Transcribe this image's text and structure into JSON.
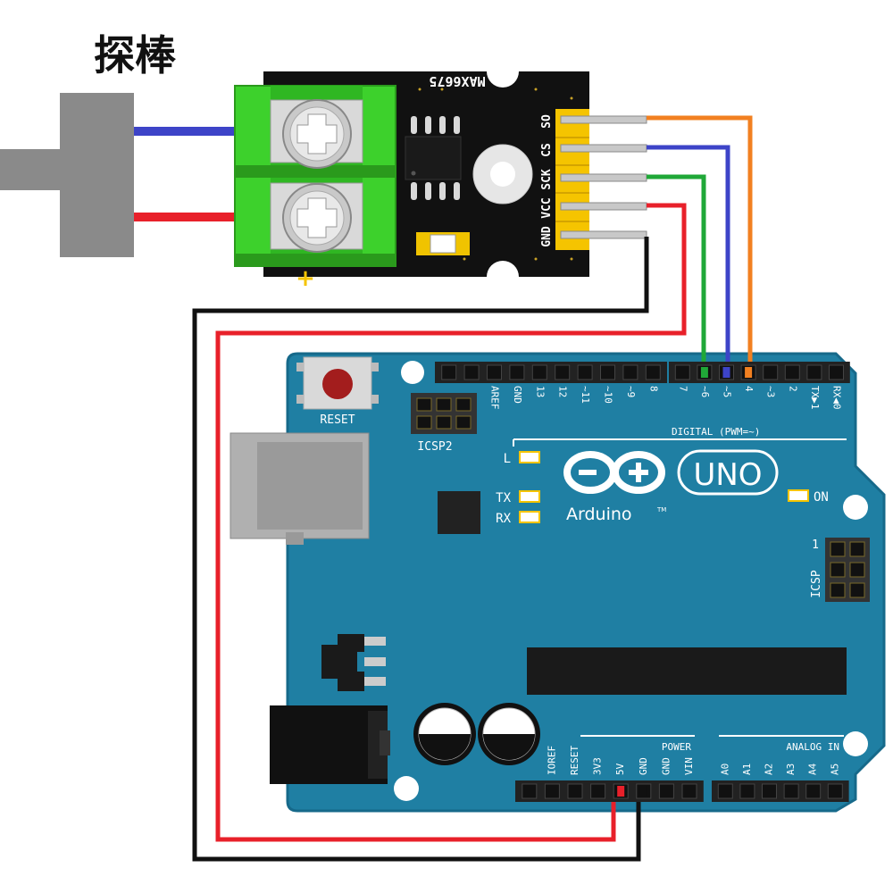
{
  "probe": {
    "label": "探棒"
  },
  "module": {
    "chip_label": "MAX6675",
    "terminal_polarity": "+",
    "pins": [
      "SO",
      "CS",
      "SCK",
      "VCC",
      "GND"
    ]
  },
  "board": {
    "reset_label": "RESET",
    "icsp2_label": "ICSP2",
    "icsp_label": "ICSP",
    "icsp_pin1_label": "1",
    "led_l": "L",
    "led_tx": "TX",
    "led_rx": "RX",
    "led_on": "ON",
    "brand": "Arduino",
    "trademark": "TM",
    "model": "UNO",
    "digital_section": "DIGITAL (PWM=~)",
    "power_section": "POWER",
    "analog_section": "ANALOG IN",
    "top_header_left": [
      "AREF",
      "GND",
      "13",
      "12",
      "~11",
      "~10",
      "~9",
      "8"
    ],
    "top_header_right": [
      "7",
      "~6",
      "~5",
      "4",
      "~3",
      "2",
      "TX▶1",
      "RX◀0"
    ],
    "power_pins": [
      "IOREF",
      "RESET",
      "3V3",
      "5V",
      "GND",
      "GND",
      "VIN"
    ],
    "analog_pins": [
      "A0",
      "A1",
      "A2",
      "A3",
      "A4",
      "A5"
    ]
  },
  "wires": [
    {
      "from": "SO",
      "to": "4",
      "color": "#f28021"
    },
    {
      "from": "CS",
      "to": "~5",
      "color": "#3d44c8"
    },
    {
      "from": "SCK",
      "to": "~6",
      "color": "#20a838"
    },
    {
      "from": "VCC",
      "to": "5V",
      "color": "#e8202a"
    },
    {
      "from": "GND",
      "to": "GND",
      "color": "#111111"
    }
  ],
  "probe_wires": [
    {
      "terminal": "top",
      "color": "#3d44c8"
    },
    {
      "terminal": "bottom",
      "color": "#e8202a"
    }
  ],
  "colors": {
    "board": "#1f7fa3",
    "board_edge": "#16698a",
    "silk": "#ffffff",
    "module": "#111111",
    "terminal": "#3dd12c",
    "header_pins": "#f5c400",
    "probe": "#8a8a8a"
  }
}
